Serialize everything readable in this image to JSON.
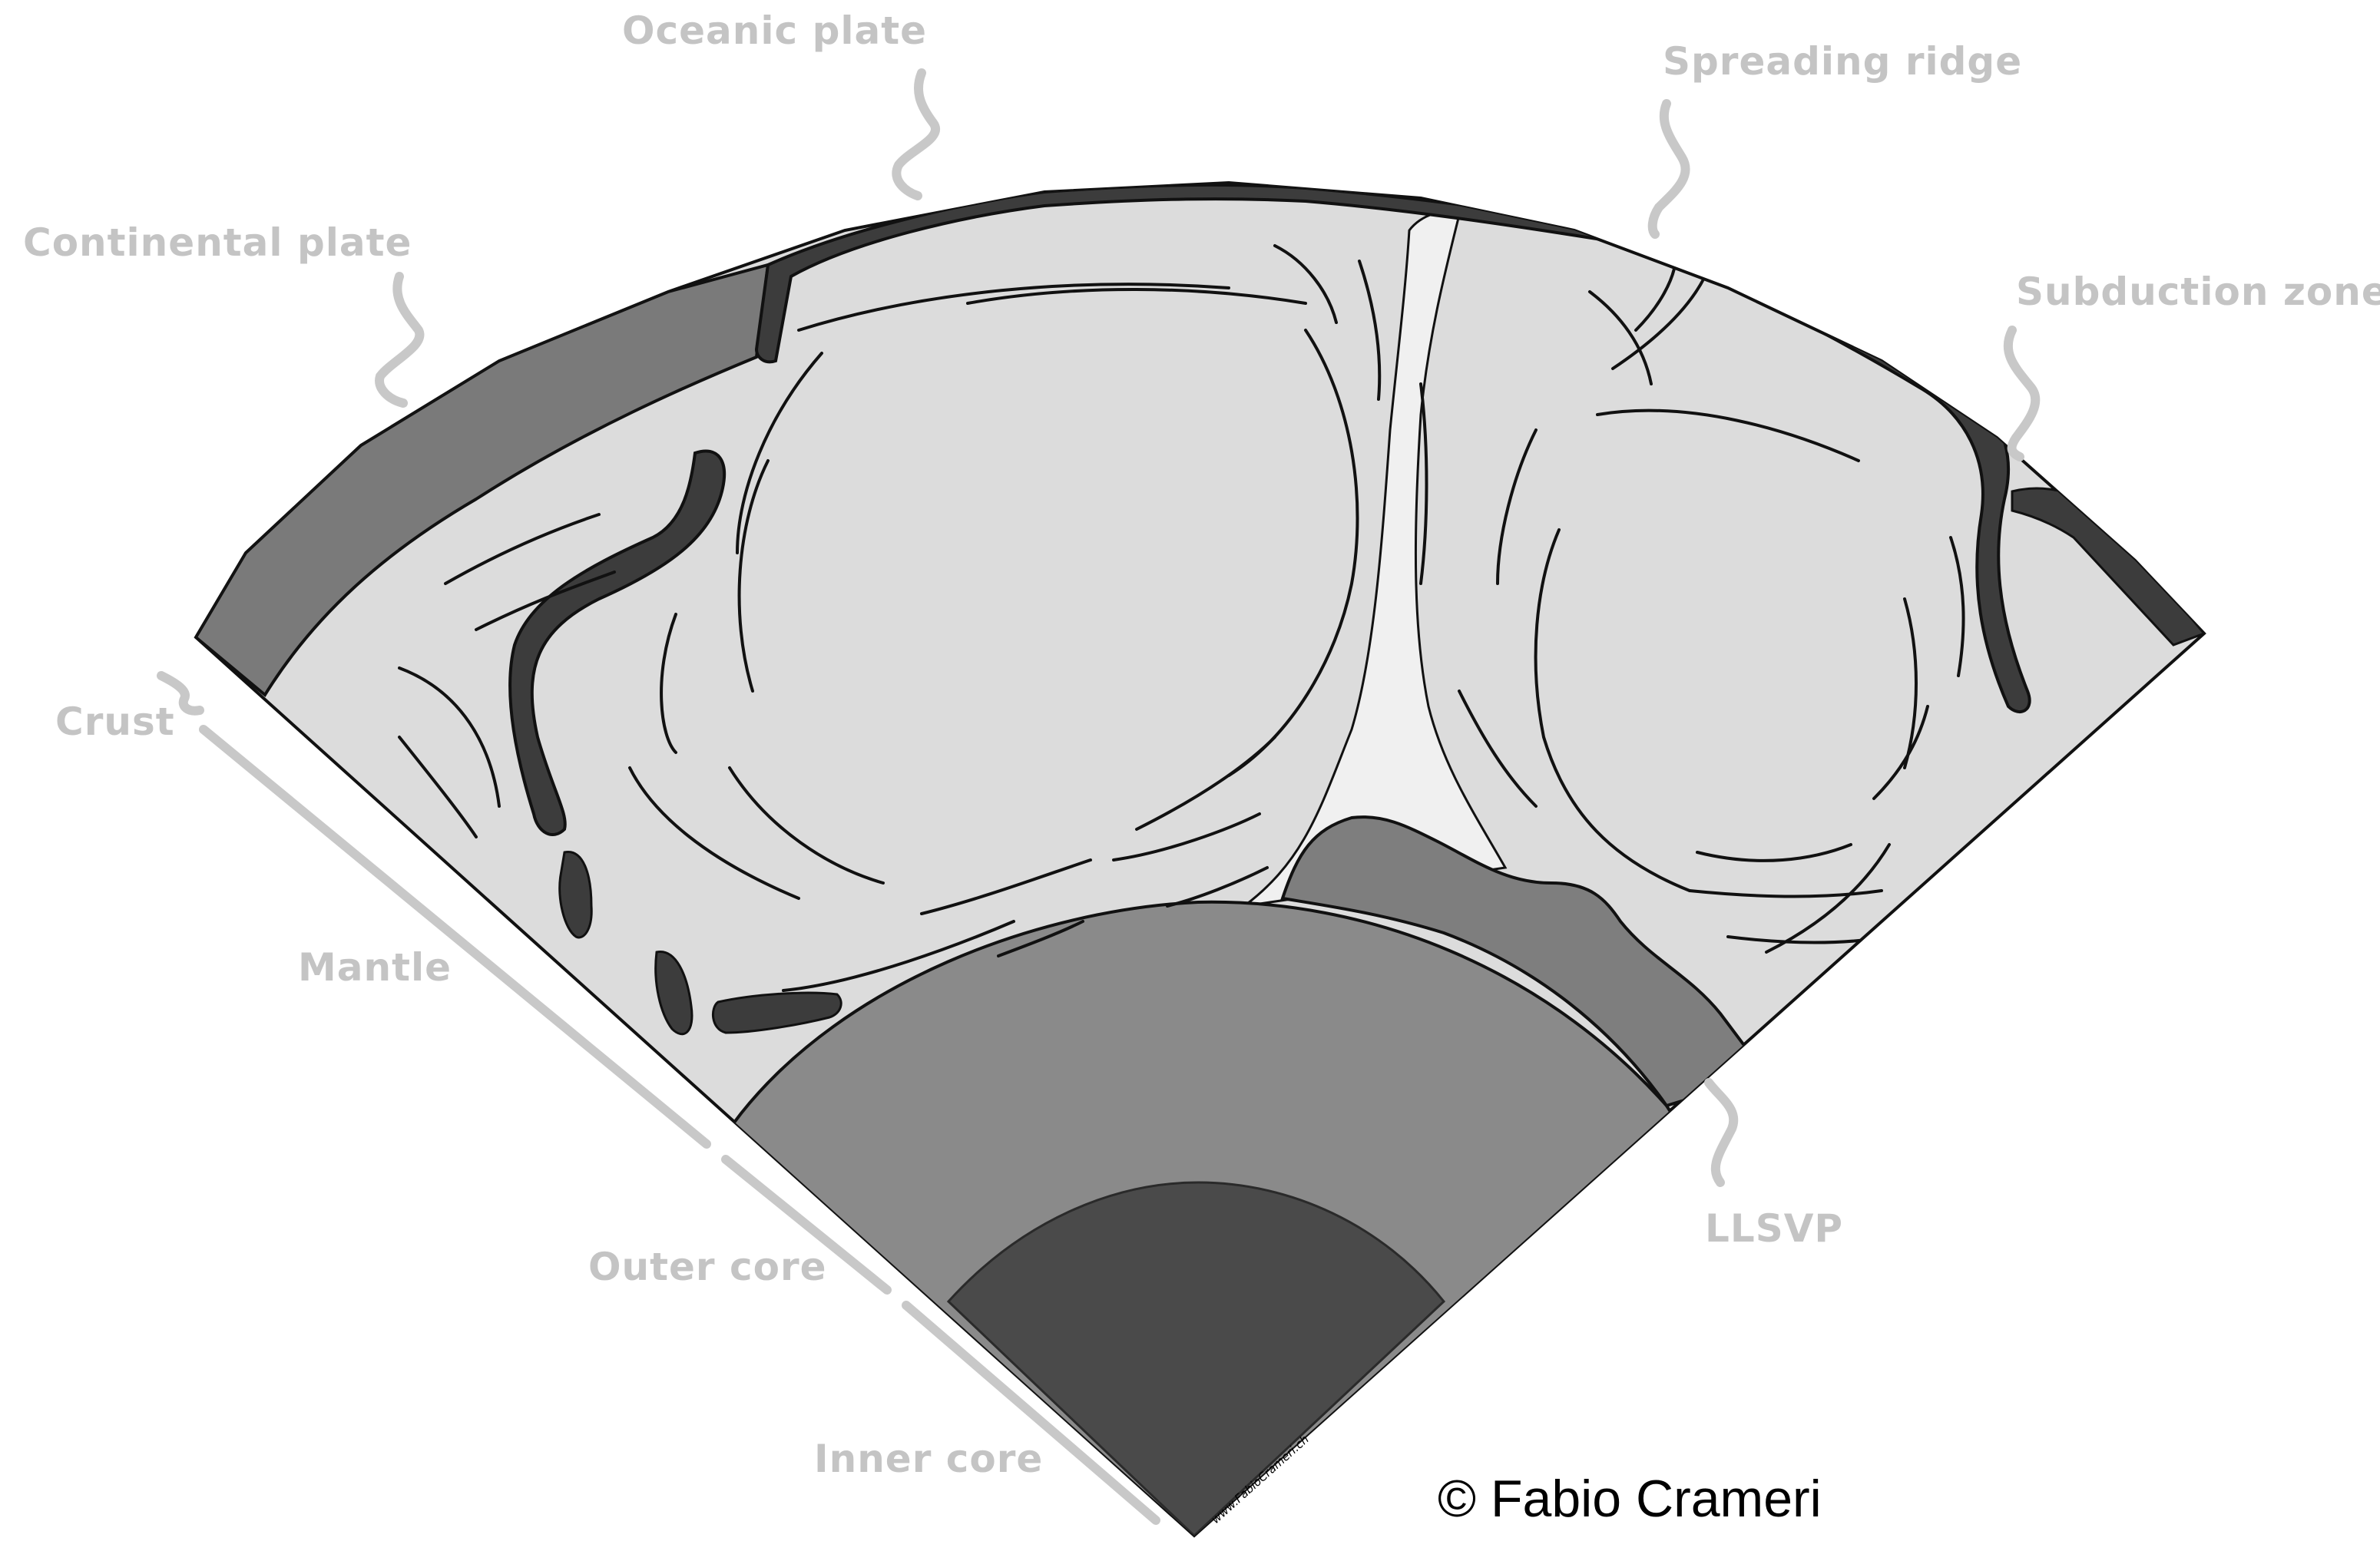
{
  "labels": {
    "oceanic_plate": "Oceanic plate",
    "spreading_ridge": "Spreading ridge",
    "continental_plate": "Continental plate",
    "subduction_zone": "Subduction zone",
    "crust": "Crust",
    "mantle": "Mantle",
    "outer_core": "Outer core",
    "inner_core": "Inner core",
    "llsvp": "LLSVP"
  },
  "copyright": "© Fabio Crameri",
  "website": "www.FabioCrameri.ch",
  "colors": {
    "label_gray": "#c4c4c4",
    "mantle": "#dcdcdc",
    "plume": "#f0f0f0",
    "plate_dark": "#3c3c3c",
    "continent": "#7a7a7a",
    "llsvp": "#7e7e7e",
    "outer_core": "#8a8a8a",
    "inner_core": "#4a4a4a",
    "outline": "#111111"
  }
}
